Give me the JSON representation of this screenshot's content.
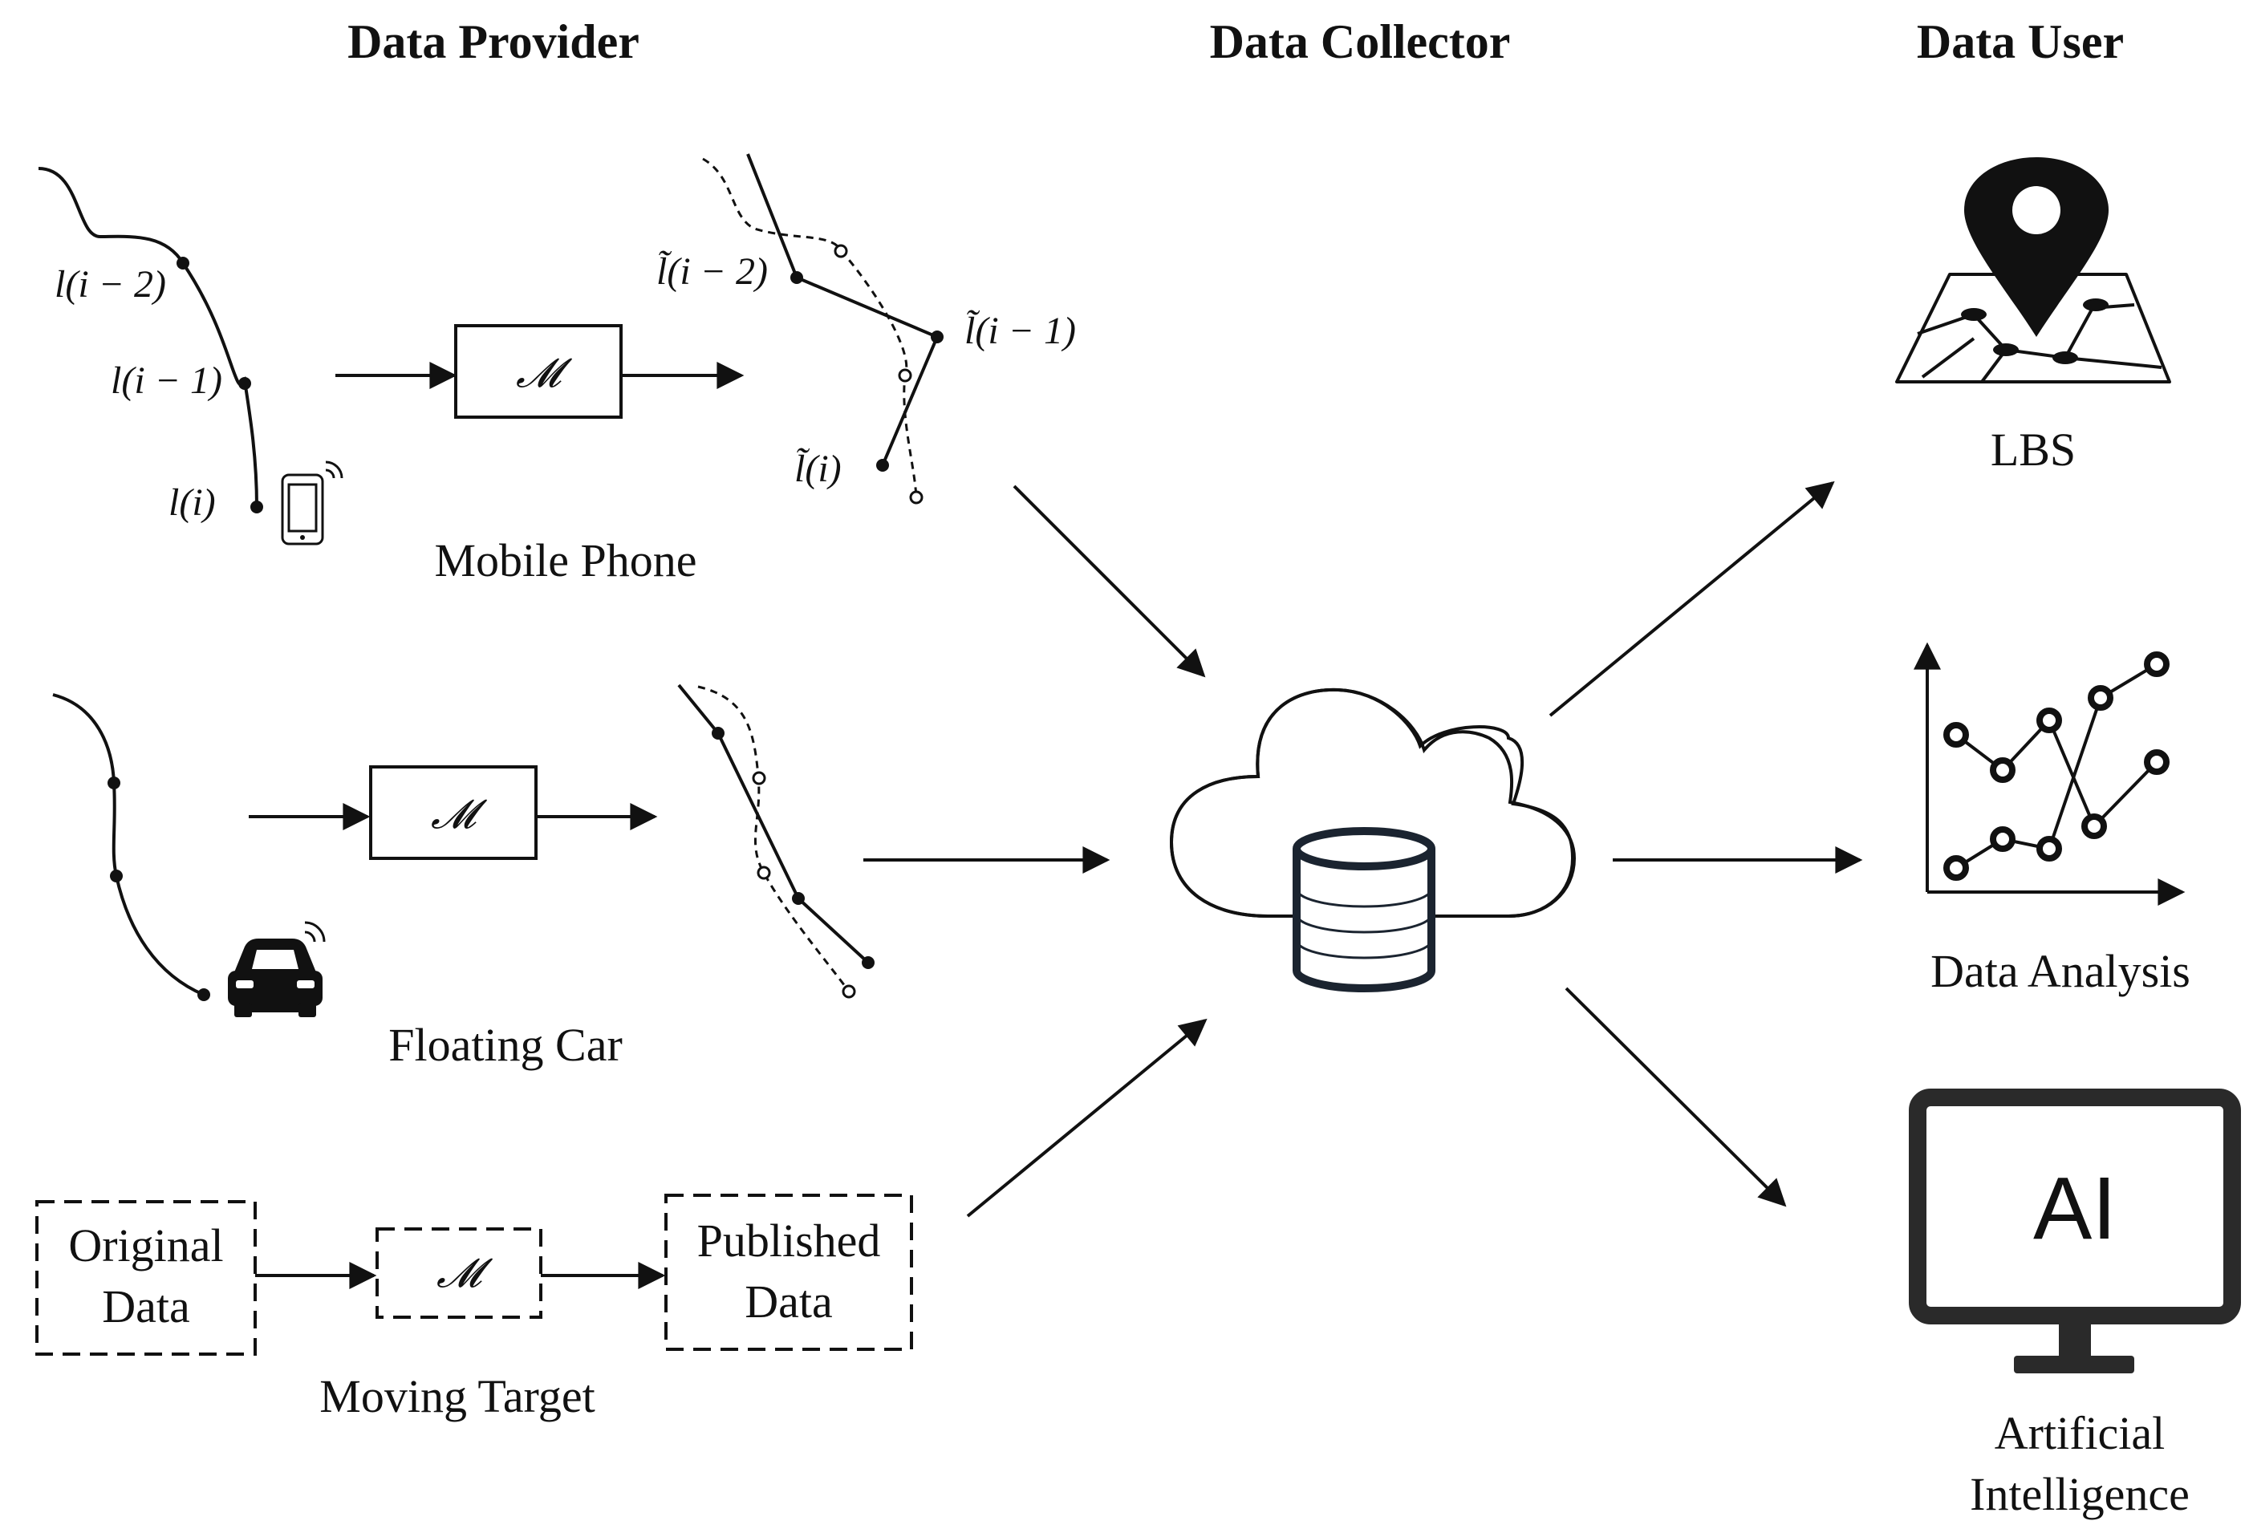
{
  "headers": {
    "provider": "Data Provider",
    "collector": "Data Collector",
    "user": "Data User"
  },
  "provider": {
    "mobile": {
      "label": "Mobile Phone",
      "points_original": [
        "l(i − 2)",
        "l(i − 1)",
        "l(i)"
      ],
      "points_perturbed": [
        "l̃(i − 2)",
        "l̃(i − 1)",
        "l̃(i)"
      ],
      "mechanism": "𝓜"
    },
    "car": {
      "label": "Floating Car",
      "mechanism": "𝓜"
    },
    "target": {
      "label": "Moving Target",
      "original_line1": "Original",
      "original_line2": "Data",
      "mechanism": "𝓜",
      "published_line1": "Published",
      "published_line2": "Data"
    }
  },
  "users": {
    "lbs": "LBS",
    "analysis": "Data Analysis",
    "ai_screen": "AI",
    "ai_line1": "Artificial",
    "ai_line2": "Intelligence"
  },
  "icons": {
    "phone": "smartphone-icon",
    "car": "car-icon",
    "cloud": "cloud-database-icon",
    "map": "map-pin-icon",
    "chart": "line-chart-icon",
    "monitor": "monitor-icon"
  }
}
